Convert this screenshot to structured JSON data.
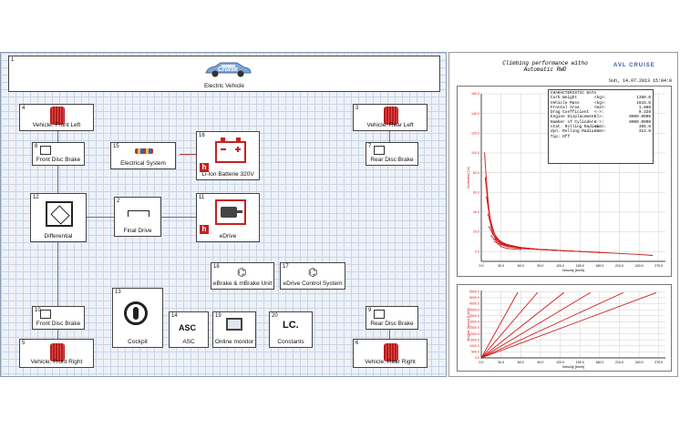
{
  "model": {
    "blocks": [
      {
        "num": "1",
        "label": "Electric Vehicle"
      },
      {
        "num": "4",
        "label": "Vehicle: Front Left"
      },
      {
        "num": "3",
        "label": "Vehicle: Rear Left"
      },
      {
        "num": "8",
        "label": "Front Disc Brake"
      },
      {
        "num": "15",
        "label": "Electrical System"
      },
      {
        "num": "16",
        "label": "Li-Ion Batterie 320V"
      },
      {
        "num": "7",
        "label": "Rear Disc Brake"
      },
      {
        "num": "12",
        "label": "Differential"
      },
      {
        "num": "2",
        "label": "Final Drive"
      },
      {
        "num": "11",
        "label": "eDrive"
      },
      {
        "num": "18",
        "label": "eBrake & mBrake Unit"
      },
      {
        "num": "17",
        "label": "eDrive Control System"
      },
      {
        "num": "10",
        "label": "Front Disc Brake"
      },
      {
        "num": "13",
        "label": "Cockpit"
      },
      {
        "num": "14",
        "label": "ASC"
      },
      {
        "num": "19",
        "label": "Online monitor"
      },
      {
        "num": "20",
        "label": "Constants"
      },
      {
        "num": "9",
        "label": "Rear Disc Brake"
      },
      {
        "num": "5",
        "label": "Vehicle: Front Right"
      },
      {
        "num": "6",
        "label": "Vehicle: Rear Right"
      }
    ],
    "car_logo_text": "Cruise",
    "asc_icon_text": "ASC",
    "constants_icon_text": "LC."
  },
  "report": {
    "title_line1": "Climbing performance witho",
    "title_line2": "Automatic RWD",
    "logo": "AVL CRUISE",
    "date": "Sun, 14.07.2013 15:04:0",
    "characteristic": {
      "header": "CHARACTERISTIC DATA",
      "rows": [
        {
          "k": "Curb Weight",
          "u": "<kg>:",
          "v": "1380.0"
        },
        {
          "k": "Vehicle Mass",
          "u": "<kg>:",
          "v": "1615.0"
        },
        {
          "k": "Frontal Area",
          "u": "<m2>:",
          "v": "1.880"
        },
        {
          "k": "Drag Coefficient",
          "u": "<->:",
          "v": "0.328"
        },
        {
          "k": "Engine Displacement",
          "u": "<l>:",
          "v": "0000.0000"
        },
        {
          "k": "Number of Cylinders",
          "u": "<->:",
          "v": "0000.0000"
        },
        {
          "k": "stat. Rolling Radius",
          "u": "<mm>:",
          "v": "305.0"
        },
        {
          "k": "dyn.  Rolling Radius",
          "u": "<mm>:",
          "v": "312.0"
        },
        {
          "k": "Tip: Off",
          "u": "",
          "v": ""
        }
      ]
    },
    "colors": {
      "curve": "#d11a1a",
      "axis": "#000000",
      "grid": "#cfcfcf",
      "blue": "#3344cc"
    }
  },
  "chart_data": [
    {
      "type": "line",
      "ylabel": "Inclination [%]",
      "xlabel": "Velocity [km/h]",
      "y_ticks": [
        "0.0",
        "20.0",
        "40.0",
        "60.0",
        "80.0",
        "100.0",
        "120.0",
        "140.0",
        "160.0"
      ],
      "x_ticks": [
        "0.0",
        "30.0",
        "60.0",
        "90.0",
        "120.0",
        "150.0",
        "180.0",
        "210.0",
        "240.0",
        "270.0"
      ],
      "xlim": [
        0,
        280
      ],
      "ylim": [
        -10,
        160
      ],
      "series": [
        {
          "x": [
            5,
            8,
            12,
            15,
            18,
            22,
            25,
            30,
            40,
            60
          ],
          "y": [
            100,
            70,
            40,
            25,
            18,
            12,
            8,
            5,
            3,
            2
          ]
        },
        {
          "x": [
            6,
            10,
            14,
            18,
            22,
            26,
            30,
            40,
            60,
            90
          ],
          "y": [
            75,
            50,
            32,
            22,
            15,
            11,
            8,
            5,
            3,
            2
          ]
        },
        {
          "x": [
            8,
            12,
            16,
            20,
            25,
            30,
            40,
            60,
            90,
            120
          ],
          "y": [
            55,
            38,
            26,
            18,
            12,
            9,
            6,
            4,
            2,
            1
          ]
        },
        {
          "x": [
            10,
            15,
            20,
            25,
            30,
            40,
            60,
            90,
            120
          ],
          "y": [
            38,
            26,
            18,
            13,
            10,
            7,
            4,
            2,
            1
          ]
        },
        {
          "x": [
            12,
            18,
            24,
            30,
            40,
            60,
            90,
            120,
            150
          ],
          "y": [
            25,
            17,
            12,
            9,
            6,
            4,
            2,
            1,
            0
          ]
        },
        {
          "x": [
            15,
            20,
            30,
            40,
            60,
            90,
            120,
            150,
            180
          ],
          "y": [
            16,
            12,
            8,
            6,
            4,
            2,
            1,
            0,
            -1
          ]
        },
        {
          "x": [
            20,
            30,
            40,
            60,
            90,
            120,
            150,
            180,
            210,
            240,
            260
          ],
          "y": [
            10,
            7,
            5,
            3.5,
            2,
            1,
            0,
            -1,
            -2,
            -3,
            -4
          ]
        }
      ]
    },
    {
      "type": "line",
      "ylabel": "Engine Speed [1/min]",
      "xlabel": "Velocity [km/h]",
      "y_ticks": [
        "0.0",
        "500.0",
        "1000.0",
        "1500.0",
        "2000.0",
        "2500.0",
        "3000.0",
        "3500.0",
        "4000.0",
        "4500.0",
        "5000.0",
        "5500.0"
      ],
      "x_ticks": [
        "0.0",
        "30.0",
        "60.0",
        "90.0",
        "120.0",
        "150.0",
        "180.0",
        "210.0",
        "240.0",
        "270.0"
      ],
      "xlim": [
        0,
        280
      ],
      "ylim": [
        0,
        5600
      ],
      "series": [
        {
          "x": [
            0,
            55
          ],
          "y": [
            0,
            5400
          ]
        },
        {
          "x": [
            0,
            85
          ],
          "y": [
            0,
            5400
          ]
        },
        {
          "x": [
            0,
            125
          ],
          "y": [
            0,
            5400
          ]
        },
        {
          "x": [
            0,
            165
          ],
          "y": [
            0,
            5400
          ]
        },
        {
          "x": [
            0,
            215
          ],
          "y": [
            0,
            5400
          ]
        },
        {
          "x": [
            0,
            265
          ],
          "y": [
            0,
            5400
          ]
        }
      ]
    }
  ]
}
